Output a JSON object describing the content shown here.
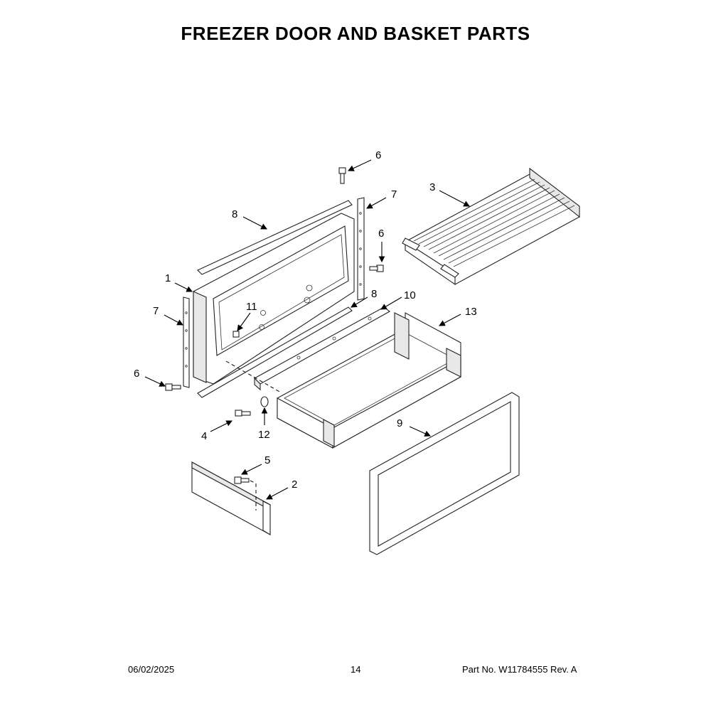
{
  "title": "FREEZER DOOR AND BASKET PARTS",
  "footer": {
    "date": "06/02/2025",
    "page": "14",
    "part_no": "Part No.  W11784555  Rev.  A"
  },
  "callouts": {
    "c1": "1",
    "c2": "2",
    "c3": "3",
    "c4": "4",
    "c5": "5",
    "c6_top": "6",
    "c6_right": "6",
    "c6_left": "6",
    "c7_right": "7",
    "c7_left": "7",
    "c8_top": "8",
    "c8_mid": "8",
    "c9": "9",
    "c10": "10",
    "c11": "11",
    "c12": "12",
    "c13": "13"
  }
}
